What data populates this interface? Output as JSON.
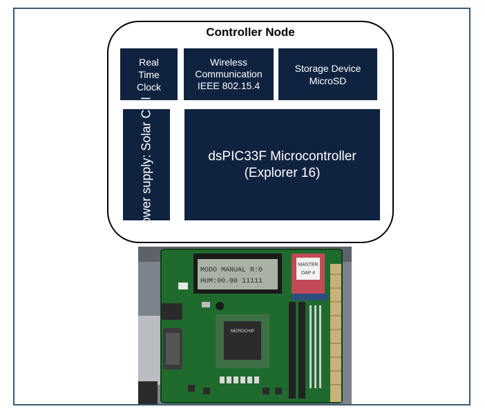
{
  "diagram": {
    "title": "Controller Node",
    "blocks": {
      "rtc": "Real\nTime\nClock",
      "wireless": "Wireless\nCommunication\nIEEE 802.15.4",
      "storage": "Storage Device\nMicroSD",
      "power": "Power supply:\nSolar Cell",
      "mcu": "dsPIC33F Microcontroller\n(Explorer 16)"
    },
    "colors": {
      "block": "#0f2340",
      "frame": "#3c5873",
      "text": "#ffffff"
    }
  },
  "photo": {
    "lcd_line1": "MODO MANUAL  R:0",
    "lcd_line2": "HUM:00.00  11111",
    "tag_line1": "MASTER",
    "tag_line2": "DAP 4",
    "brand": "MICROCHIP"
  }
}
